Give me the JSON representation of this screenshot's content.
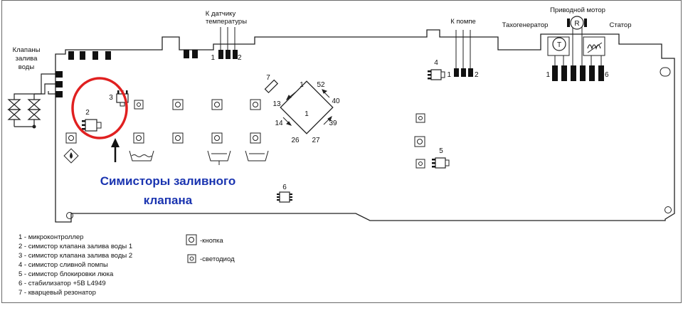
{
  "labels": {
    "valves": [
      "Клапаны",
      "залива",
      "воды"
    ],
    "temp_sensor": [
      "К датчику",
      "температуры"
    ],
    "pump": "К помпе",
    "motor": "Приводной мотор",
    "tacho": "Тахогенератор",
    "stator": "Статор",
    "motor_letter": "R",
    "tacho_letter": "T"
  },
  "pins": {
    "temp_1": "1",
    "temp_2": "2",
    "pump_1": "1",
    "pump_2": "2",
    "motor_1": "1",
    "motor_6": "6"
  },
  "ic": {
    "label": "1",
    "pins": {
      "p1": "1",
      "p52": "52",
      "p40": "40",
      "p39": "39",
      "p27": "27",
      "p26": "26",
      "p14": "14",
      "p13": "13"
    }
  },
  "components": {
    "c2": "2",
    "c3": "3",
    "c4": "4",
    "c5": "5",
    "c6": "6",
    "c7": "7"
  },
  "callout": [
    "Симисторы заливного",
    "клапана"
  ],
  "legend": [
    "1 - микроконтроллер",
    "2 - симистор клапана залива воды 1",
    "3 - симистор клапана залива воды 2",
    "4 - симистор сливной помпы",
    "5 - симистор блокировки люка",
    "6 - стабилизатор +5В L4949",
    "7 - кварцевый резонатор"
  ],
  "key": {
    "button": "-кнопка",
    "led": "-светодиод"
  },
  "colors": {
    "highlight": "#e02020",
    "callout": "#1a34b0",
    "line": "#222222"
  }
}
